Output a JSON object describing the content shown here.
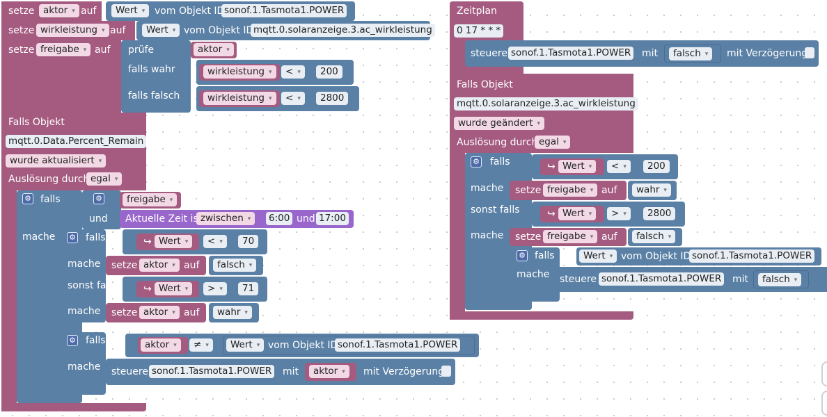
{
  "words": {
    "setze": "setze",
    "auf": "auf",
    "vom_objekt_id": "vom Objekt ID",
    "pruefe": "prüfe",
    "falls_wahr": "falls wahr",
    "falls_falsch": "falls falsch",
    "falls_objekt": "Falls Objekt",
    "ausloesung_durch": "Auslösung durch",
    "falls": "falls",
    "und": "und",
    "mache": "mache",
    "sonst_falls": "sonst falls",
    "steuere": "steuere",
    "mit": "mit",
    "mit_verzoegerung": "mit Verzögerung",
    "aktuelle_zeit_ist": "Aktuelle Zeit ist",
    "zeitplan": "Zeitplan",
    "wert": "Wert",
    "arrow_symbol": "↪",
    "dropdown_arrow": "▾"
  },
  "vars": {
    "aktor": "aktor",
    "wirkleistung": "wirkleistung",
    "freigabe": "freigabe"
  },
  "ids": {
    "tasmota": "sonof.1.Tasmota1.POWER",
    "solar": "mqtt.0.solaranzeige.3.ac_wirkleistung",
    "percent": "mqtt.0.Data.Percent_Remain"
  },
  "values": {
    "lt": "<",
    "gt": ">",
    "ne": "≠",
    "n200": "200",
    "n2800": "2800",
    "n70": "70",
    "n71": "71",
    "wahr": "wahr",
    "falsch": "falsch",
    "egal": "egal",
    "wurde_aktualisiert": "wurde aktualisiert",
    "wurde_geaendert": "wurde geändert",
    "zwischen": "zwischen",
    "t_start": "6:00",
    "t_end": "17:00",
    "cron": "0 17 * * *"
  },
  "icons": {
    "gear": "⚙"
  },
  "colors": {
    "plum": "#a55b80",
    "steel": "#5b80a5",
    "violet": "#9966cc",
    "canvas": "#ffffff"
  }
}
